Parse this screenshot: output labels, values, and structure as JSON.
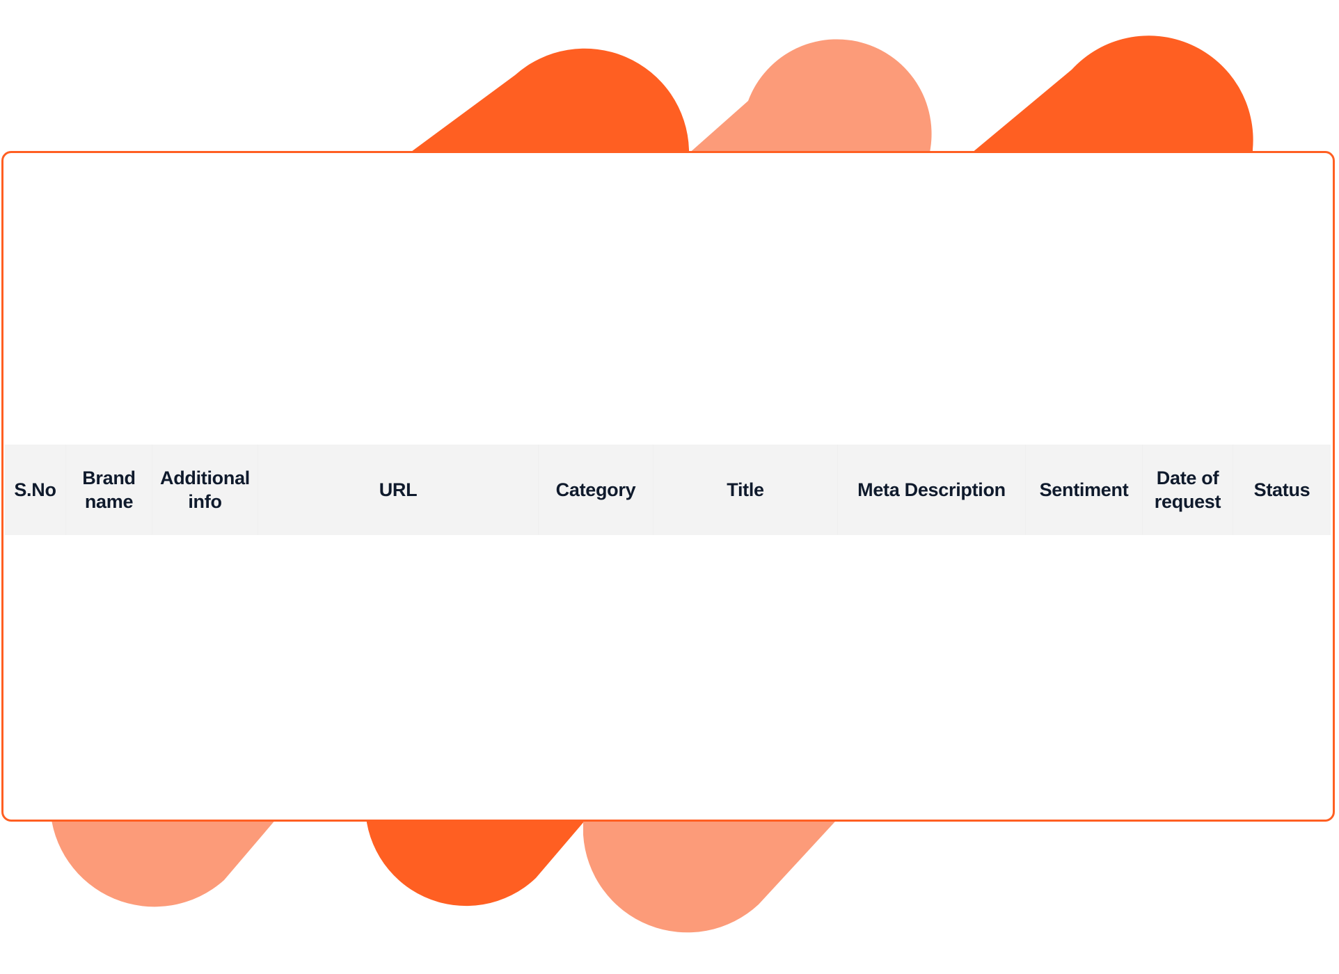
{
  "colors": {
    "accent": "#ff5f22",
    "accent_light": "#fc9b79",
    "header_bg": "#f3f3f3",
    "header_text": "#0f1a2c"
  },
  "table": {
    "columns": [
      {
        "label": "S.No"
      },
      {
        "label": "Brand name"
      },
      {
        "label": "Additional info"
      },
      {
        "label": "URL"
      },
      {
        "label": "Category"
      },
      {
        "label": "Title"
      },
      {
        "label": "Meta Description"
      },
      {
        "label": "Sentiment"
      },
      {
        "label": "Date of request"
      },
      {
        "label": "Status"
      }
    ],
    "rows": []
  }
}
